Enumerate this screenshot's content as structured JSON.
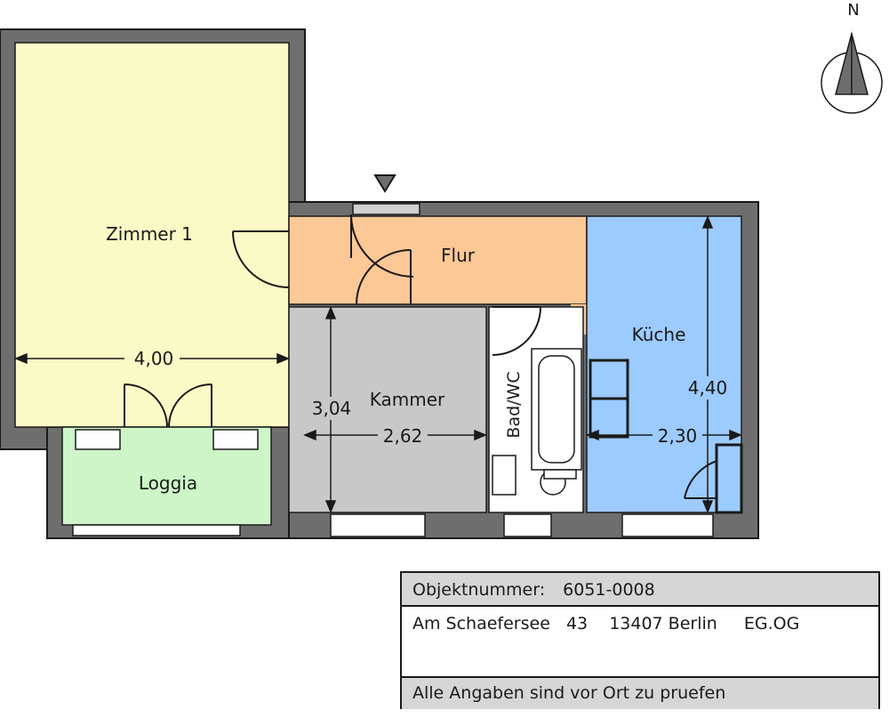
{
  "rooms": {
    "zimmer1": "Zimmer 1",
    "flur": "Flur",
    "kammer": "Kammer",
    "badwc": "Bad/WC",
    "kueche": "Küche",
    "loggia": "Loggia"
  },
  "dimensions": {
    "zimmer1_width": "4,00",
    "kammer_height": "3,04",
    "kammer_width": "2,62",
    "kueche_height": "4,40",
    "kueche_width": "2,30"
  },
  "compass": {
    "north": "N"
  },
  "info": {
    "objekt_label": "Objektnummer:",
    "objekt_number": "6051-0008",
    "street": "Am Schaefersee",
    "house_number": "43",
    "postal_city": "13407 Berlin",
    "floor": "EG.OG",
    "note": "Alle Angaben sind vor Ort zu pruefen"
  },
  "colors": {
    "wall": "#6e6e6e",
    "zimmer1": "#fafac6",
    "flur": "#fcc896",
    "kammer": "#c8c8c8",
    "bad": "#ffffff",
    "kueche": "#9ccbff",
    "loggia": "#cdf5c8"
  }
}
